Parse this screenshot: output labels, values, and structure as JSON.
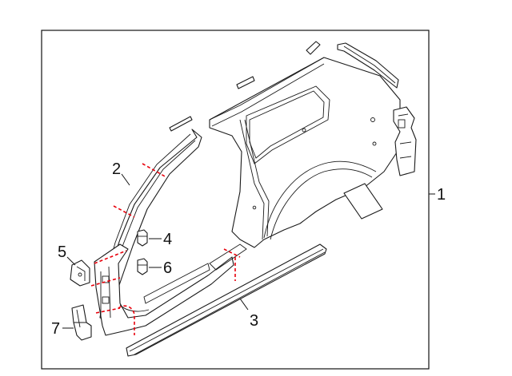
{
  "diagram": {
    "callouts": [
      {
        "id": "1",
        "label": "1"
      },
      {
        "id": "2",
        "label": "2"
      },
      {
        "id": "3",
        "label": "3"
      },
      {
        "id": "4",
        "label": "4"
      },
      {
        "id": "5",
        "label": "5"
      },
      {
        "id": "6",
        "label": "6"
      },
      {
        "id": "7",
        "label": "7"
      }
    ],
    "colors": {
      "outline": "#1a1a1a",
      "cut_lines": "#e8000b",
      "background": "#ffffff"
    }
  }
}
